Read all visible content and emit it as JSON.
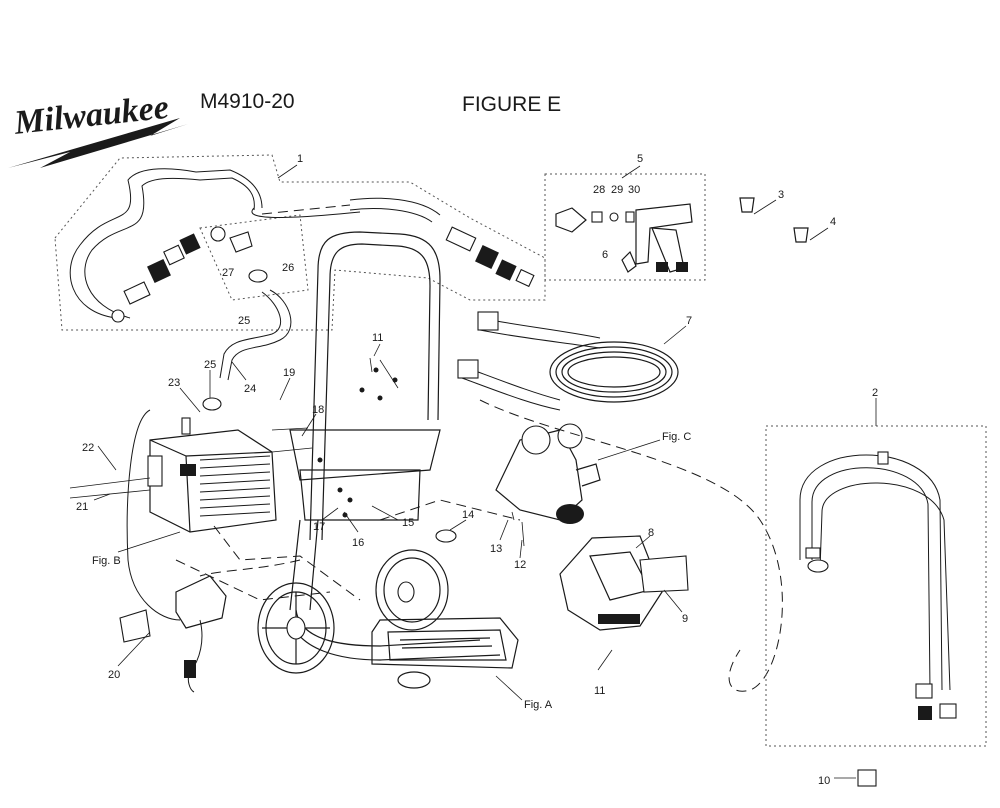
{
  "header": {
    "brand": "Milwaukee",
    "model": "M4910-20",
    "figure_title": "FIGURE E"
  },
  "callouts": {
    "c1": "1",
    "c2": "2",
    "c3": "3",
    "c4": "4",
    "c5": "5",
    "c6": "6",
    "c7": "7",
    "c8": "8",
    "c9": "9",
    "c10": "10",
    "c11a": "11",
    "c11b": "11",
    "c12": "12",
    "c13": "13",
    "c14": "14",
    "c15": "15",
    "c16": "16",
    "c17": "17",
    "c18": "18",
    "c19": "19",
    "c20": "20",
    "c21": "21",
    "c22": "22",
    "c23": "23",
    "c24": "24",
    "c25a": "25",
    "c25b": "25",
    "c26": "26",
    "c27": "27",
    "c28": "28",
    "c29": "29",
    "c30": "30",
    "figA": "Fig. A",
    "figB": "Fig. B",
    "figC": "Fig. C"
  }
}
